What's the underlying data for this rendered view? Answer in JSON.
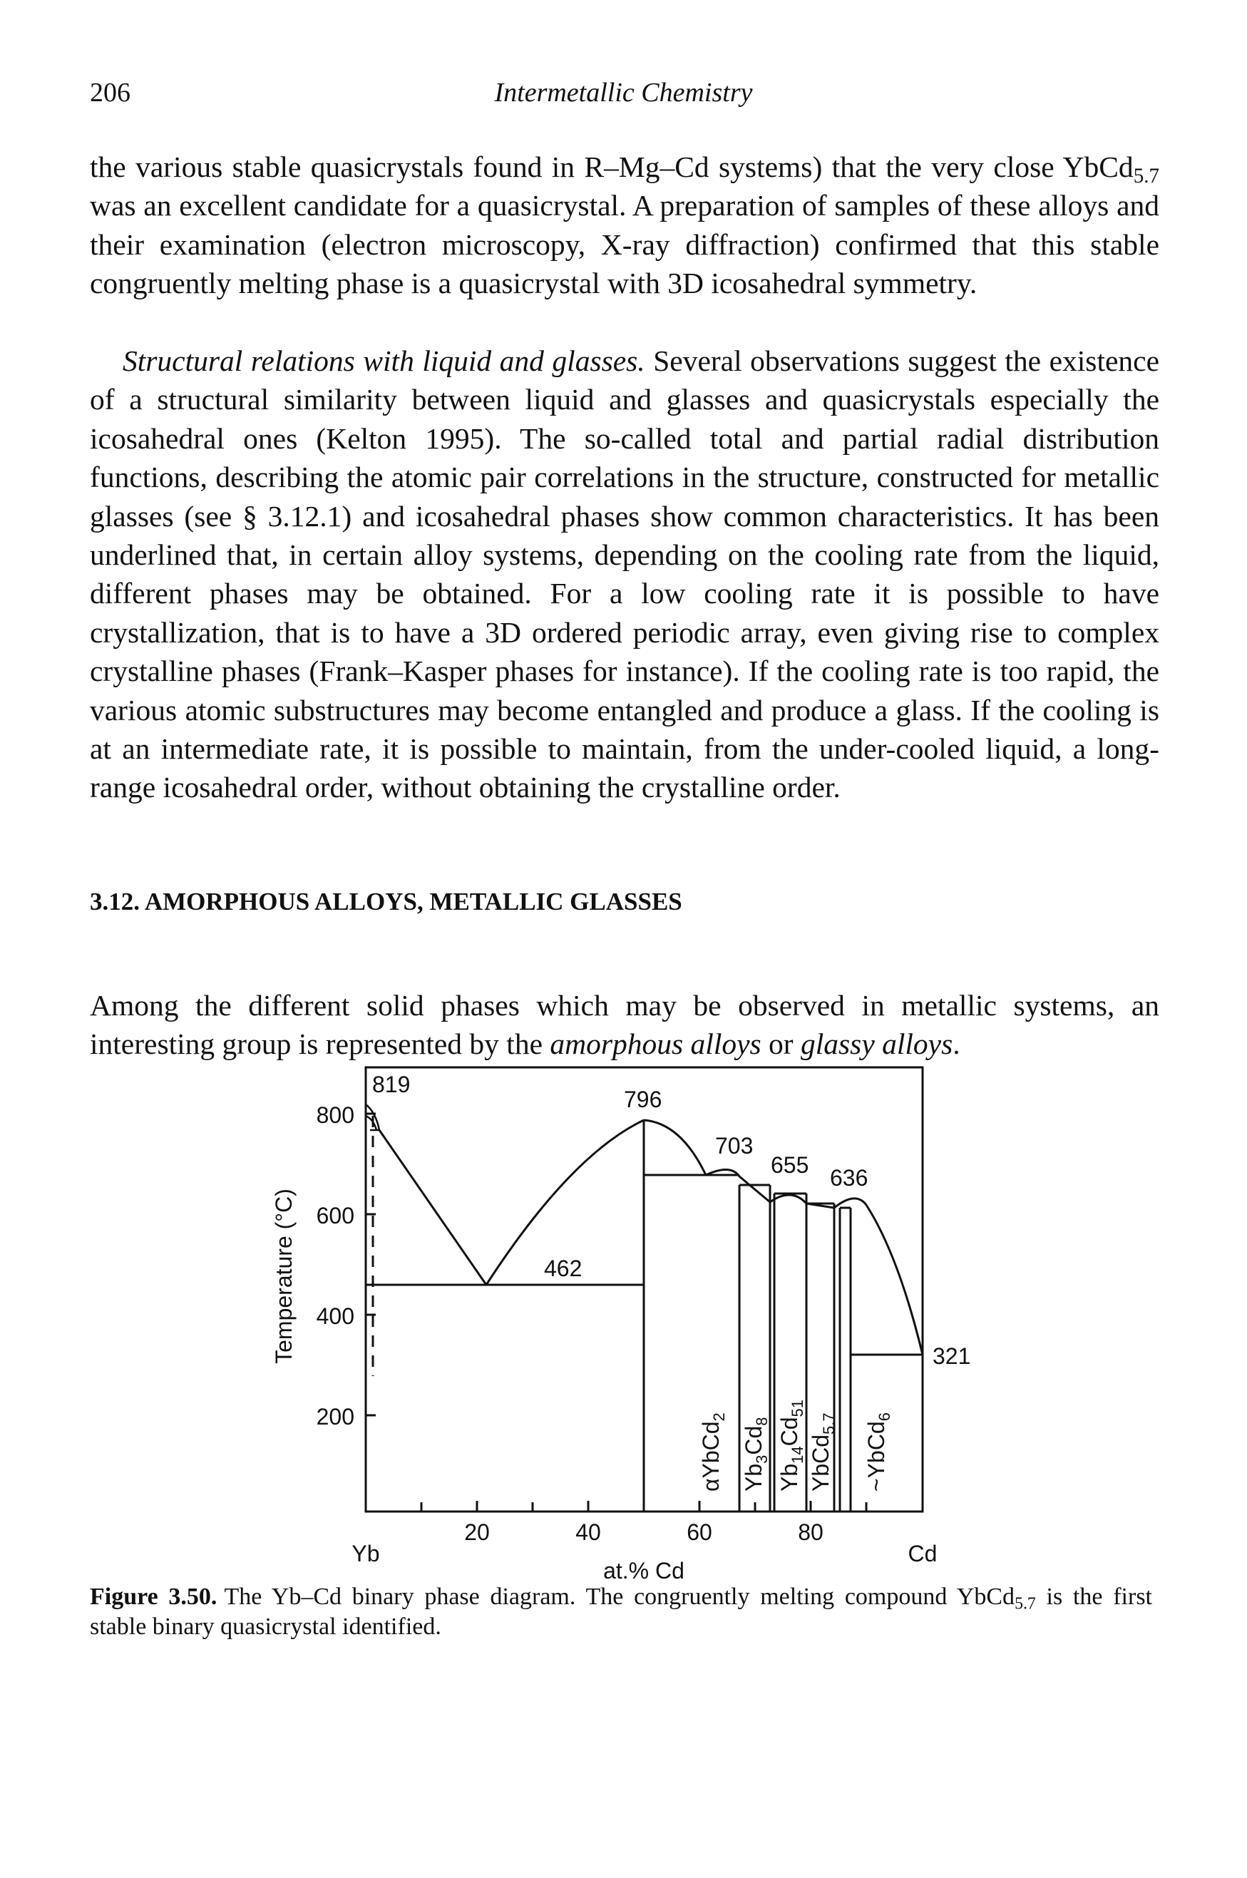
{
  "header": {
    "page_number": "206",
    "running_title": "Intermetallic Chemistry"
  },
  "paragraph1": {
    "part_a": "the various stable quasicrystals found in R–Mg–Cd systems) that the very close YbCd",
    "sub_a": "5.7",
    "part_b": " was an excellent candidate for a quasicrystal. A preparation of samples of these alloys and their examination (electron microscopy, X-ray diffraction) confirmed that this stable congruently melting phase is a quasicrystal with 3D icosahedral symmetry."
  },
  "paragraph2": {
    "lead": "Structural relations with liquid and glasses.",
    "body": " Several observations suggest the existence of a structural similarity between liquid and glasses and quasicrystals especially the icosahedral ones (Kelton 1995). The so-called total and partial radial distribution functions, describing the atomic pair correlations in the structure, constructed for metallic glasses (see § 3.12.1) and icosahedral phases show common characteristics. It has been underlined that, in certain alloy systems, depending on the cooling rate from the liquid, different phases may be obtained. For a low cooling rate it is possible to have crystallization, that is to have a 3D ordered periodic array, even giving rise to complex crystalline phases (Frank–Kasper phases for instance). If the cooling rate is too rapid, the various atomic substructures may become entangled and produce a glass. If the cooling is at an intermediate rate, it is possible to maintain, from the under-cooled liquid, a long-range icosahedral order, without obtaining the crystalline order."
  },
  "section": {
    "heading": "3.12. AMORPHOUS ALLOYS, METALLIC GLASSES"
  },
  "paragraph3": {
    "part_a": "Among the different solid phases which may be observed in metallic systems, an interesting group is represented by the ",
    "italic_a": "amorphous alloys",
    "part_b": " or ",
    "italic_b": "glassy alloys",
    "part_c": "."
  },
  "figure": {
    "y_axis_label": "Temperature (°C)",
    "x_axis_label": "at.% Cd",
    "left_element": "Yb",
    "right_element": "Cd",
    "y_ticks": [
      "800",
      "600",
      "400",
      "200"
    ],
    "x_ticks": [
      "20",
      "40",
      "60",
      "80"
    ],
    "temperatures": {
      "t819": "819",
      "t796": "796",
      "t703": "703",
      "t655": "655",
      "t636": "636",
      "t462": "462",
      "t321": "321"
    },
    "phases": [
      {
        "prefix": "αYbCd",
        "sub": "2"
      },
      {
        "prefix": "Yb",
        "sub": "3",
        "mid": "Cd",
        "sub2": "8"
      },
      {
        "prefix": "Yb",
        "sub": "14",
        "mid": "Cd",
        "sub2": "51"
      },
      {
        "prefix": "YbCd",
        "sub": "5.7"
      },
      {
        "prefix": "~YbCd",
        "sub": "6"
      }
    ]
  },
  "caption": {
    "label": "Figure 3.50.",
    "text_a": "The Yb–Cd binary phase diagram. The congruently melting compound YbCd",
    "sub": "5.7",
    "text_b": " is the first stable binary quasicrystal identified."
  },
  "chart_data": {
    "type": "phase-diagram",
    "x_axis": {
      "label": "at.% Cd",
      "range": [
        0,
        100
      ],
      "ticks": [
        20,
        40,
        60,
        80
      ]
    },
    "y_axis": {
      "label": "Temperature (°C)",
      "ticks": [
        200,
        400,
        600,
        800
      ]
    },
    "labeled_temperatures": [
      819,
      796,
      703,
      655,
      636,
      462,
      321
    ],
    "phases": [
      "αYbCd2",
      "Yb3Cd8",
      "Yb14Cd51",
      "YbCd5.7",
      "~YbCd6"
    ]
  }
}
